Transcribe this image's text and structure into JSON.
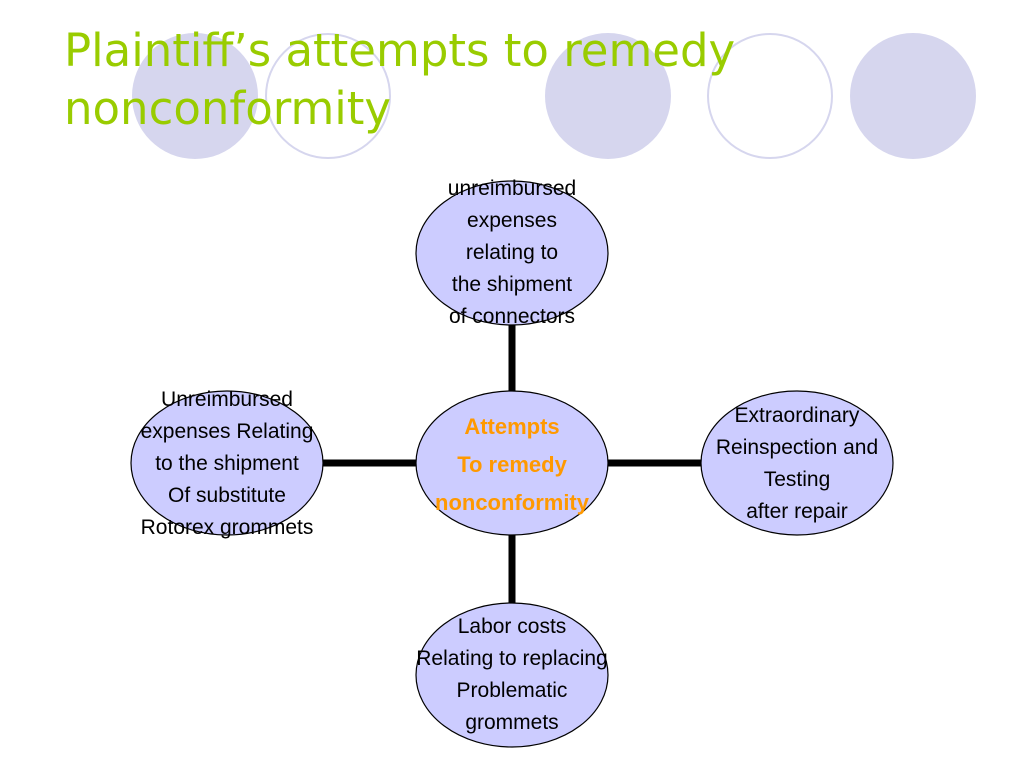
{
  "slide": {
    "title_lines": [
      "Plaintiff’s attempts to remedy",
      "nonconformity"
    ]
  },
  "colors": {
    "title": "#99cc00",
    "decorative_circle": "#d6d6ee",
    "node_fill": "#ccccff",
    "node_stroke": "#000000",
    "connector": "#000000",
    "center_text": "#ff9900",
    "node_text": "#000000"
  },
  "diagram": {
    "center": {
      "lines": [
        "Attempts",
        "To remedy",
        "nonconformity"
      ]
    },
    "top": {
      "lines": [
        "unreimbursed",
        "expenses",
        "relating to",
        "the shipment",
        "of connectors"
      ]
    },
    "left": {
      "lines": [
        "Unreimbursed",
        "expenses Relating",
        "to the shipment",
        "Of substitute",
        "Rotorex grommets"
      ]
    },
    "right": {
      "lines": [
        "Extraordinary",
        "Reinspection and",
        "Testing",
        "after repair"
      ]
    },
    "bottom": {
      "lines": [
        "Labor costs",
        "Relating to replacing",
        "Problematic",
        "grommets"
      ]
    }
  }
}
